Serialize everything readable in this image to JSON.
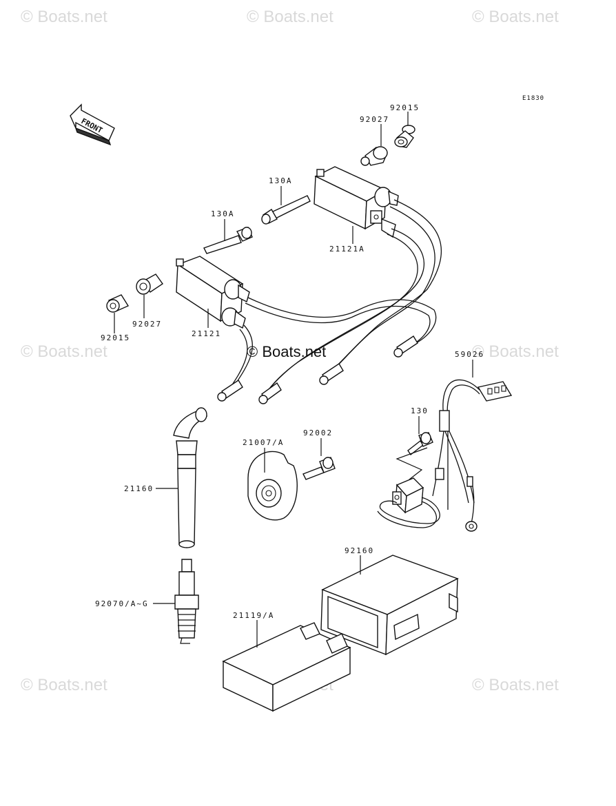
{
  "watermark": {
    "text": "© Boats.net",
    "center_text": "© Boats.net"
  },
  "diagram_code": "E1830",
  "front_label": "FRONT",
  "parts": {
    "p92015_top": "92015",
    "p92027_top": "92027",
    "p130A_top": "130A",
    "p130A_left": "130A",
    "p21121A": "21121A",
    "p92027_left": "92027",
    "p92015_left": "92015",
    "p21121": "21121",
    "p59026": "59026",
    "p130": "130",
    "p21007A": "21007/A",
    "p92002": "92002",
    "p21160": "21160",
    "p92160": "92160",
    "p92070": "92070/A~G",
    "p21119A": "21119/A"
  },
  "colors": {
    "line": "#111111",
    "watermark": "#d9d9d9",
    "background": "#ffffff"
  }
}
